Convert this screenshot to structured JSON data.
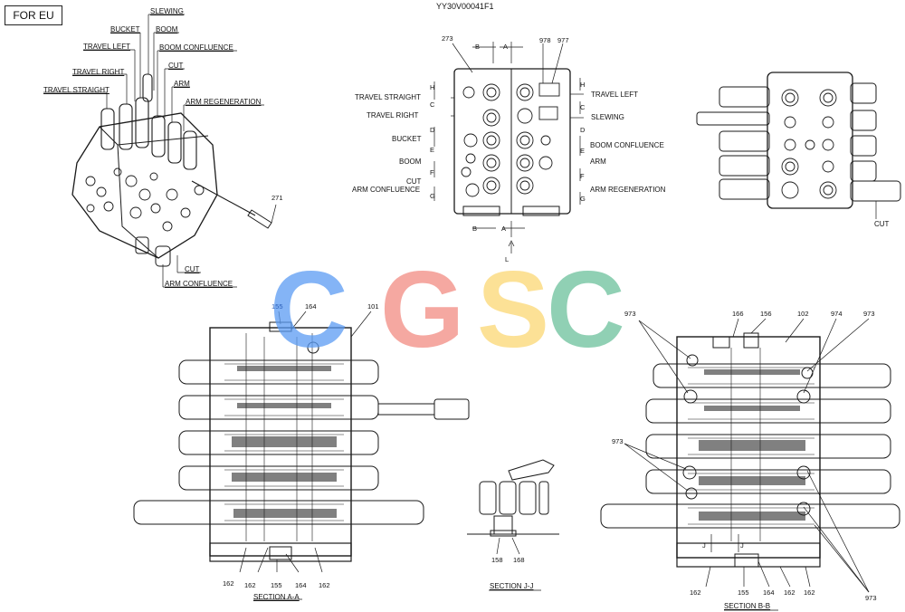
{
  "header": {
    "region_box": "FOR  EU",
    "doc_code": "YY30V00041F1"
  },
  "iso_view": {
    "labels": [
      "SLEWING",
      "BUCKET",
      "BOOM",
      "TRAVEL LEFT",
      "BOOM CONFLUENCE",
      "CUT",
      "TRAVEL RIGHT",
      "ARM",
      "TRAVEL STRAIGHT",
      "ARM REGENERATION"
    ],
    "part_271": "271",
    "bottom_labels": [
      "CUT",
      "ARM CONFLUENCE"
    ]
  },
  "front_view": {
    "left_labels": [
      "TRAVEL STRAIGHT",
      "TRAVEL RIGHT",
      "BUCKET",
      "BOOM",
      "CUT",
      "ARM CONFLUENCE"
    ],
    "right_labels": [
      "TRAVEL LEFT",
      "SLEWING",
      "BOOM CONFLUENCE",
      "ARM",
      "ARM REGENERATION"
    ],
    "parts": [
      "273",
      "978",
      "977"
    ],
    "section_marks": [
      "B",
      "A",
      "H",
      "C",
      "D",
      "E",
      "F",
      "G",
      "L"
    ]
  },
  "side_view": {
    "cut_label": "CUT"
  },
  "section_aa": {
    "title": "SECTION  A-A",
    "top_parts": [
      "155",
      "164",
      "101"
    ],
    "bottom_parts": [
      "162",
      "162",
      "155",
      "164",
      "162"
    ]
  },
  "section_jj": {
    "title": "SECTION  J-J",
    "parts": [
      "158",
      "168"
    ]
  },
  "section_bb": {
    "title": "SECTION  B-B",
    "top_parts": [
      "166",
      "156",
      "102",
      "974",
      "973",
      "973"
    ],
    "left_parts": [
      "973"
    ],
    "bottom_parts": [
      "162",
      "155",
      "164",
      "162",
      "162",
      "973"
    ],
    "j_marks": [
      "J",
      "J"
    ]
  },
  "watermark": {
    "letters": [
      "C",
      "G",
      "S",
      "C"
    ],
    "colors": [
      "#5b9cf4",
      "#f28b82",
      "#fbd774",
      "#6cc19b"
    ]
  }
}
